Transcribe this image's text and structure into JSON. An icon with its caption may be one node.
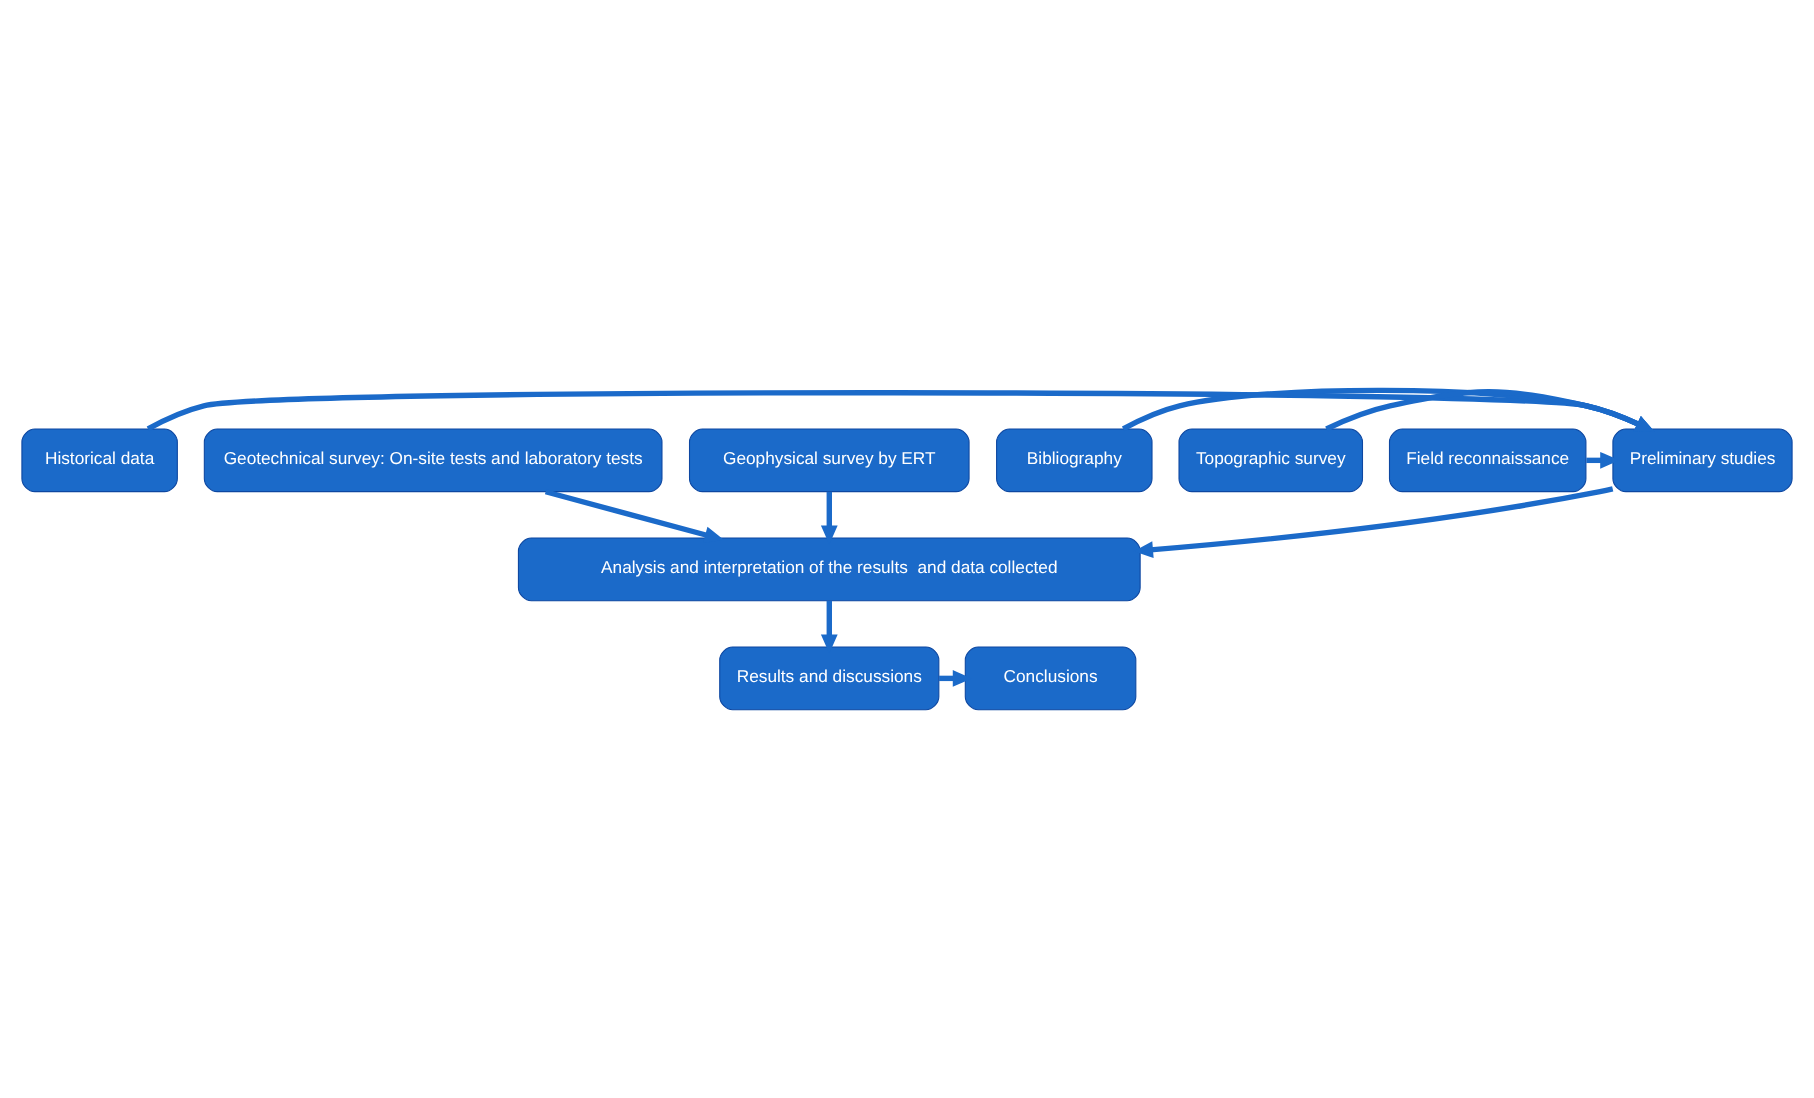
{
  "diagram": {
    "nodes": [
      {
        "text": [
          "Historical data"
        ]
      },
      {
        "text": [
          "Bibliography"
        ]
      },
      {
        "text": [
          "Preliminary studies"
        ]
      },
      {
        "text": [
          "Topographic survey"
        ]
      },
      {
        "text": [
          "Field reconnaissance"
        ]
      },
      {
        "text": [
          "Geotechnical survey: On-site tests and laboratory tests"
        ]
      },
      {
        "text": [
          "Geophysical survey by ERT"
        ]
      },
      {
        "text": [
          "Analysis and interpretation of the results  and data collected"
        ]
      },
      {
        "text": [
          "Results and discussions"
        ]
      },
      {
        "text": [
          "Conclusions"
        ]
      }
    ],
    "edges": [
      {
        "from": 0,
        "to": 2,
        "arrow": "to"
      },
      {
        "from": 1,
        "to": 2,
        "arrow": "to"
      },
      {
        "from": 3,
        "to": 2,
        "arrow": "to"
      },
      {
        "from": 4,
        "to": 2,
        "arrow": "to"
      },
      {
        "from": 2,
        "to": 7,
        "arrow": "to"
      },
      {
        "from": 5,
        "to": 7,
        "arrow": "to"
      },
      {
        "from": 6,
        "to": 7,
        "arrow": "to"
      },
      {
        "from": 7,
        "to": 8,
        "arrow": "to"
      },
      {
        "from": 8,
        "to": 9,
        "arrow": "to"
      }
    ]
  }
}
